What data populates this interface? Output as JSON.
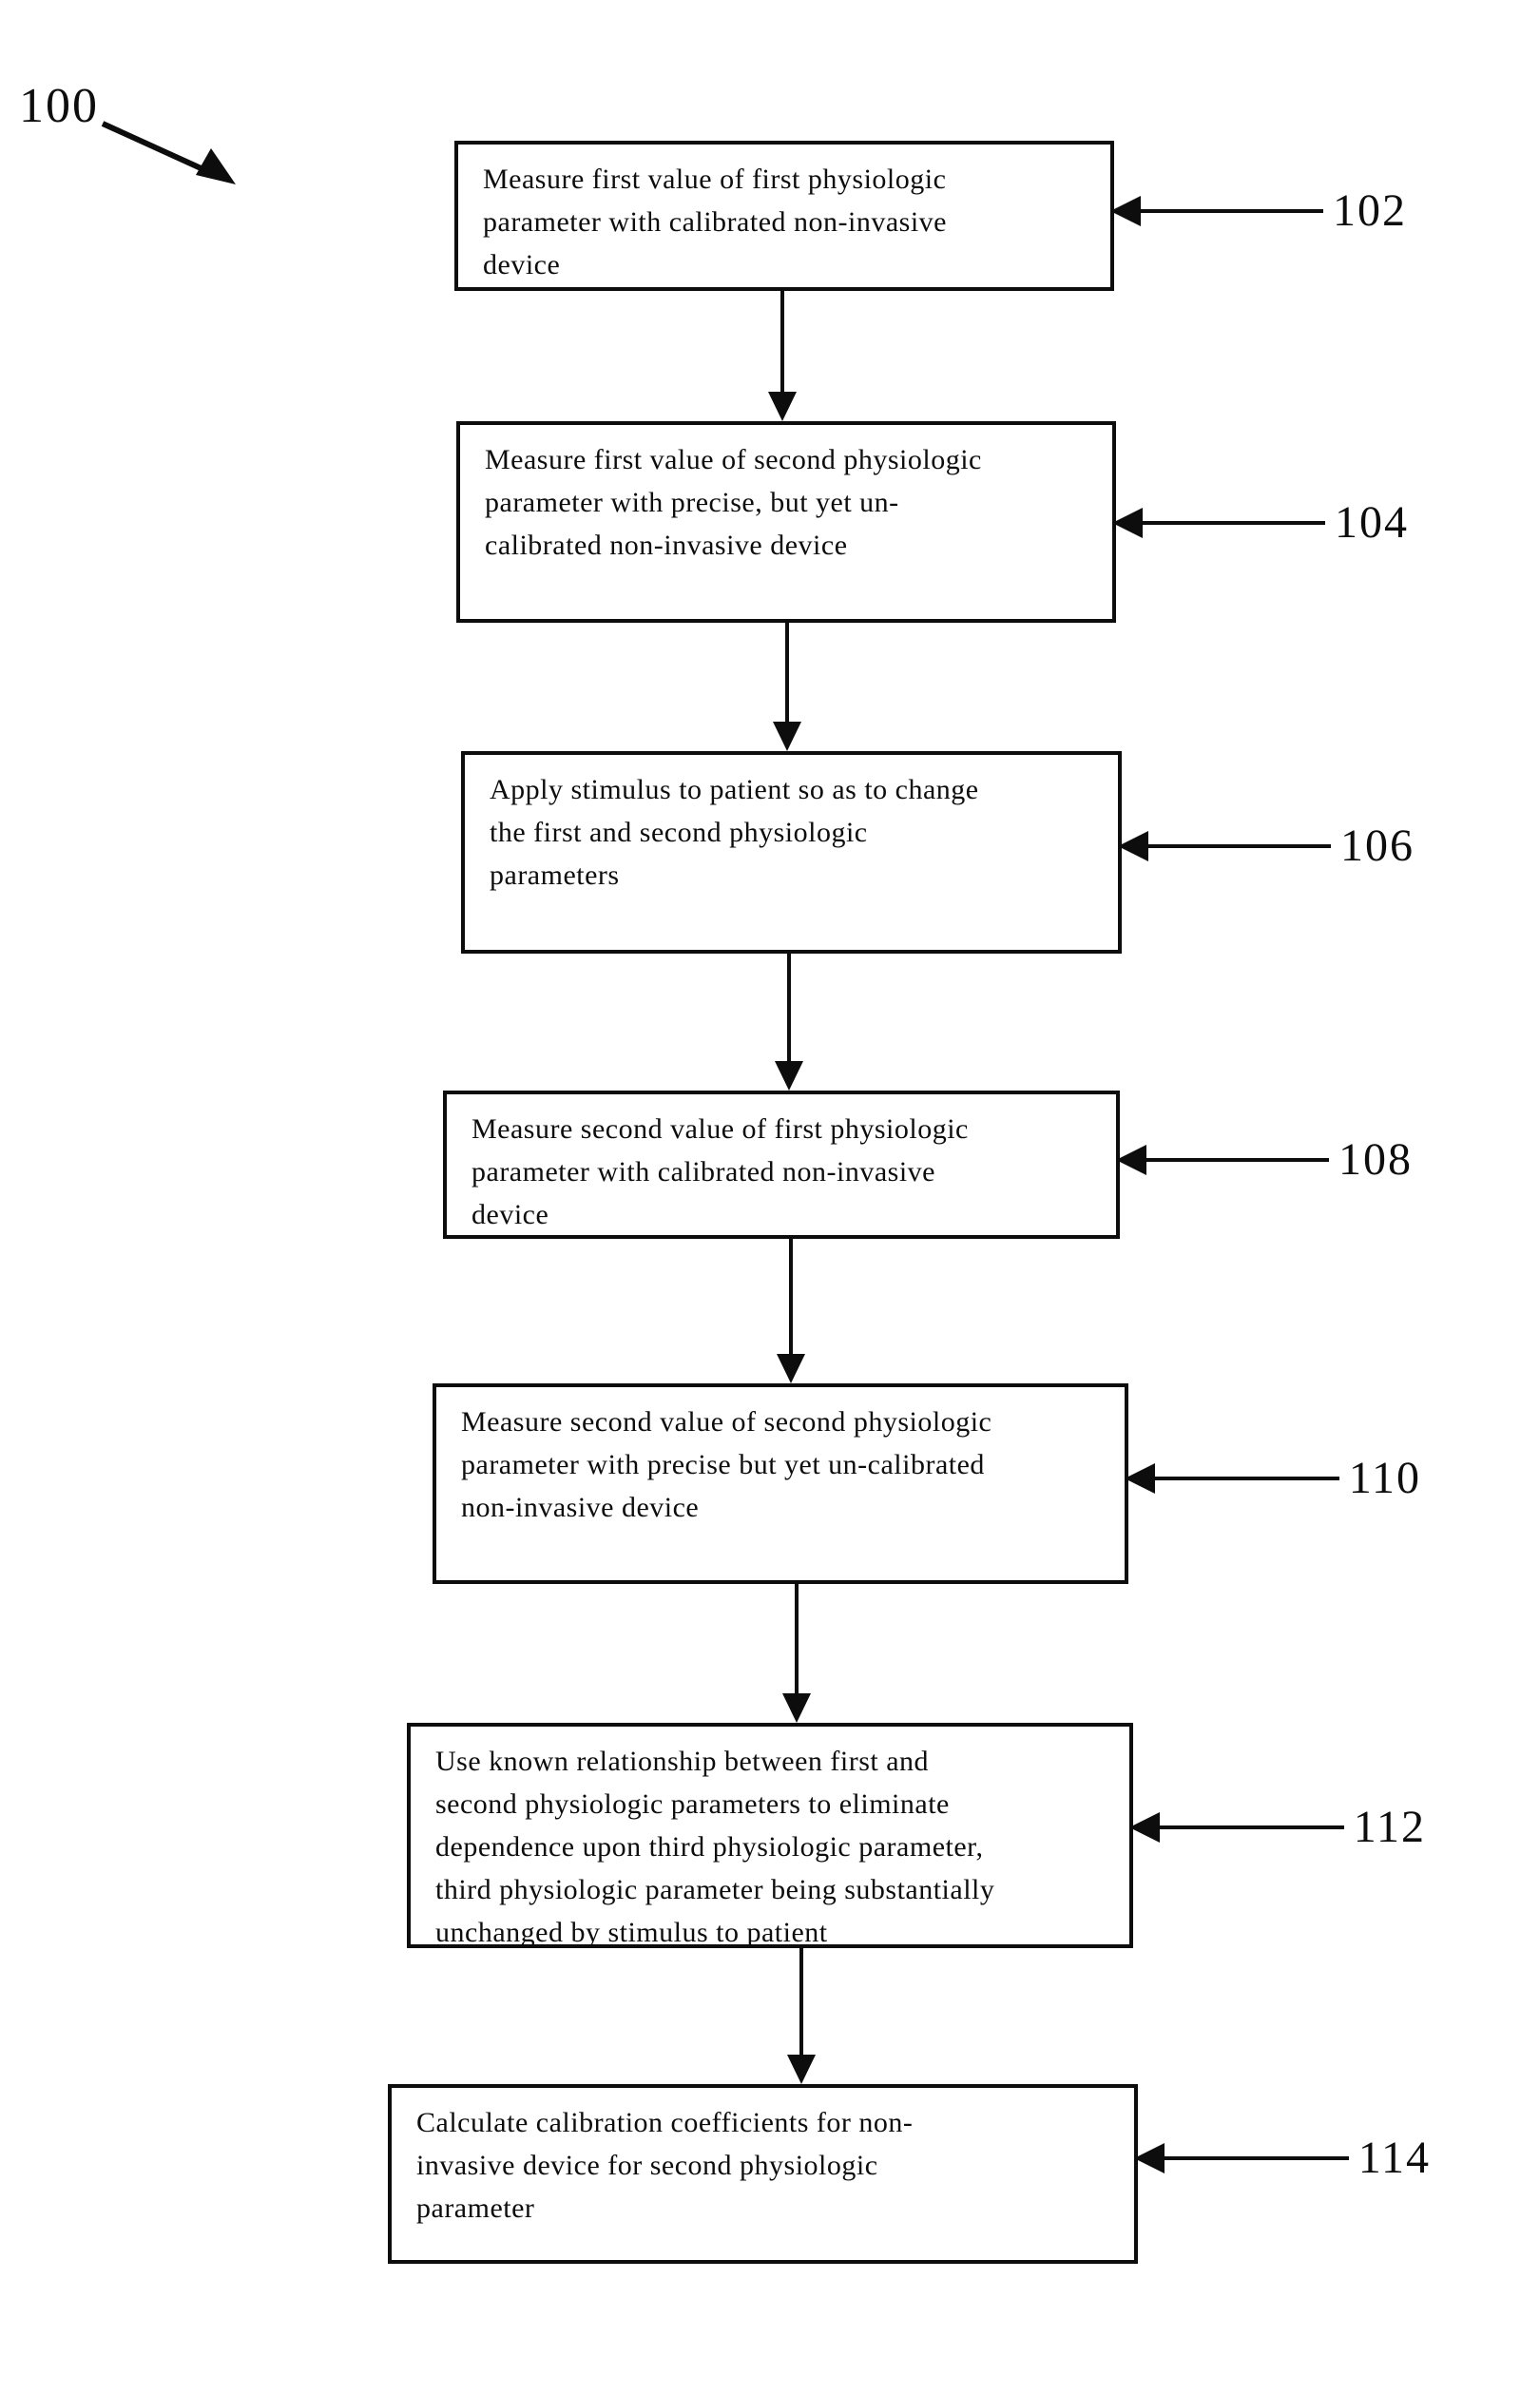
{
  "figure": {
    "root_label": "100",
    "ink_color": "#0d0d0d",
    "background_color": "#ffffff",
    "steps": [
      {
        "ref": "102",
        "text": "Measure first value of first physiologic\nparameter with calibrated non-invasive\ndevice"
      },
      {
        "ref": "104",
        "text": "Measure first value of second physiologic\nparameter with precise, but yet un-\ncalibrated  non-invasive device"
      },
      {
        "ref": "106",
        "text": "Apply stimulus to patient so as to change\nthe first and second physiologic\nparameters"
      },
      {
        "ref": "108",
        "text": "Measure second value of first physiologic\nparameter with calibrated non-invasive\ndevice"
      },
      {
        "ref": "110",
        "text": "Measure second value of second physiologic\nparameter with precise but yet un-calibrated\nnon-invasive device"
      },
      {
        "ref": "112",
        "text": "Use known relationship between first and\nsecond physiologic parameters to eliminate\ndependence upon third physiologic parameter,\nthird physiologic parameter being substantially\nunchanged by stimulus to patient"
      },
      {
        "ref": "114",
        "text": "Calculate calibration coefficients for non-\ninvasive device for second physiologic\nparameter"
      }
    ]
  }
}
